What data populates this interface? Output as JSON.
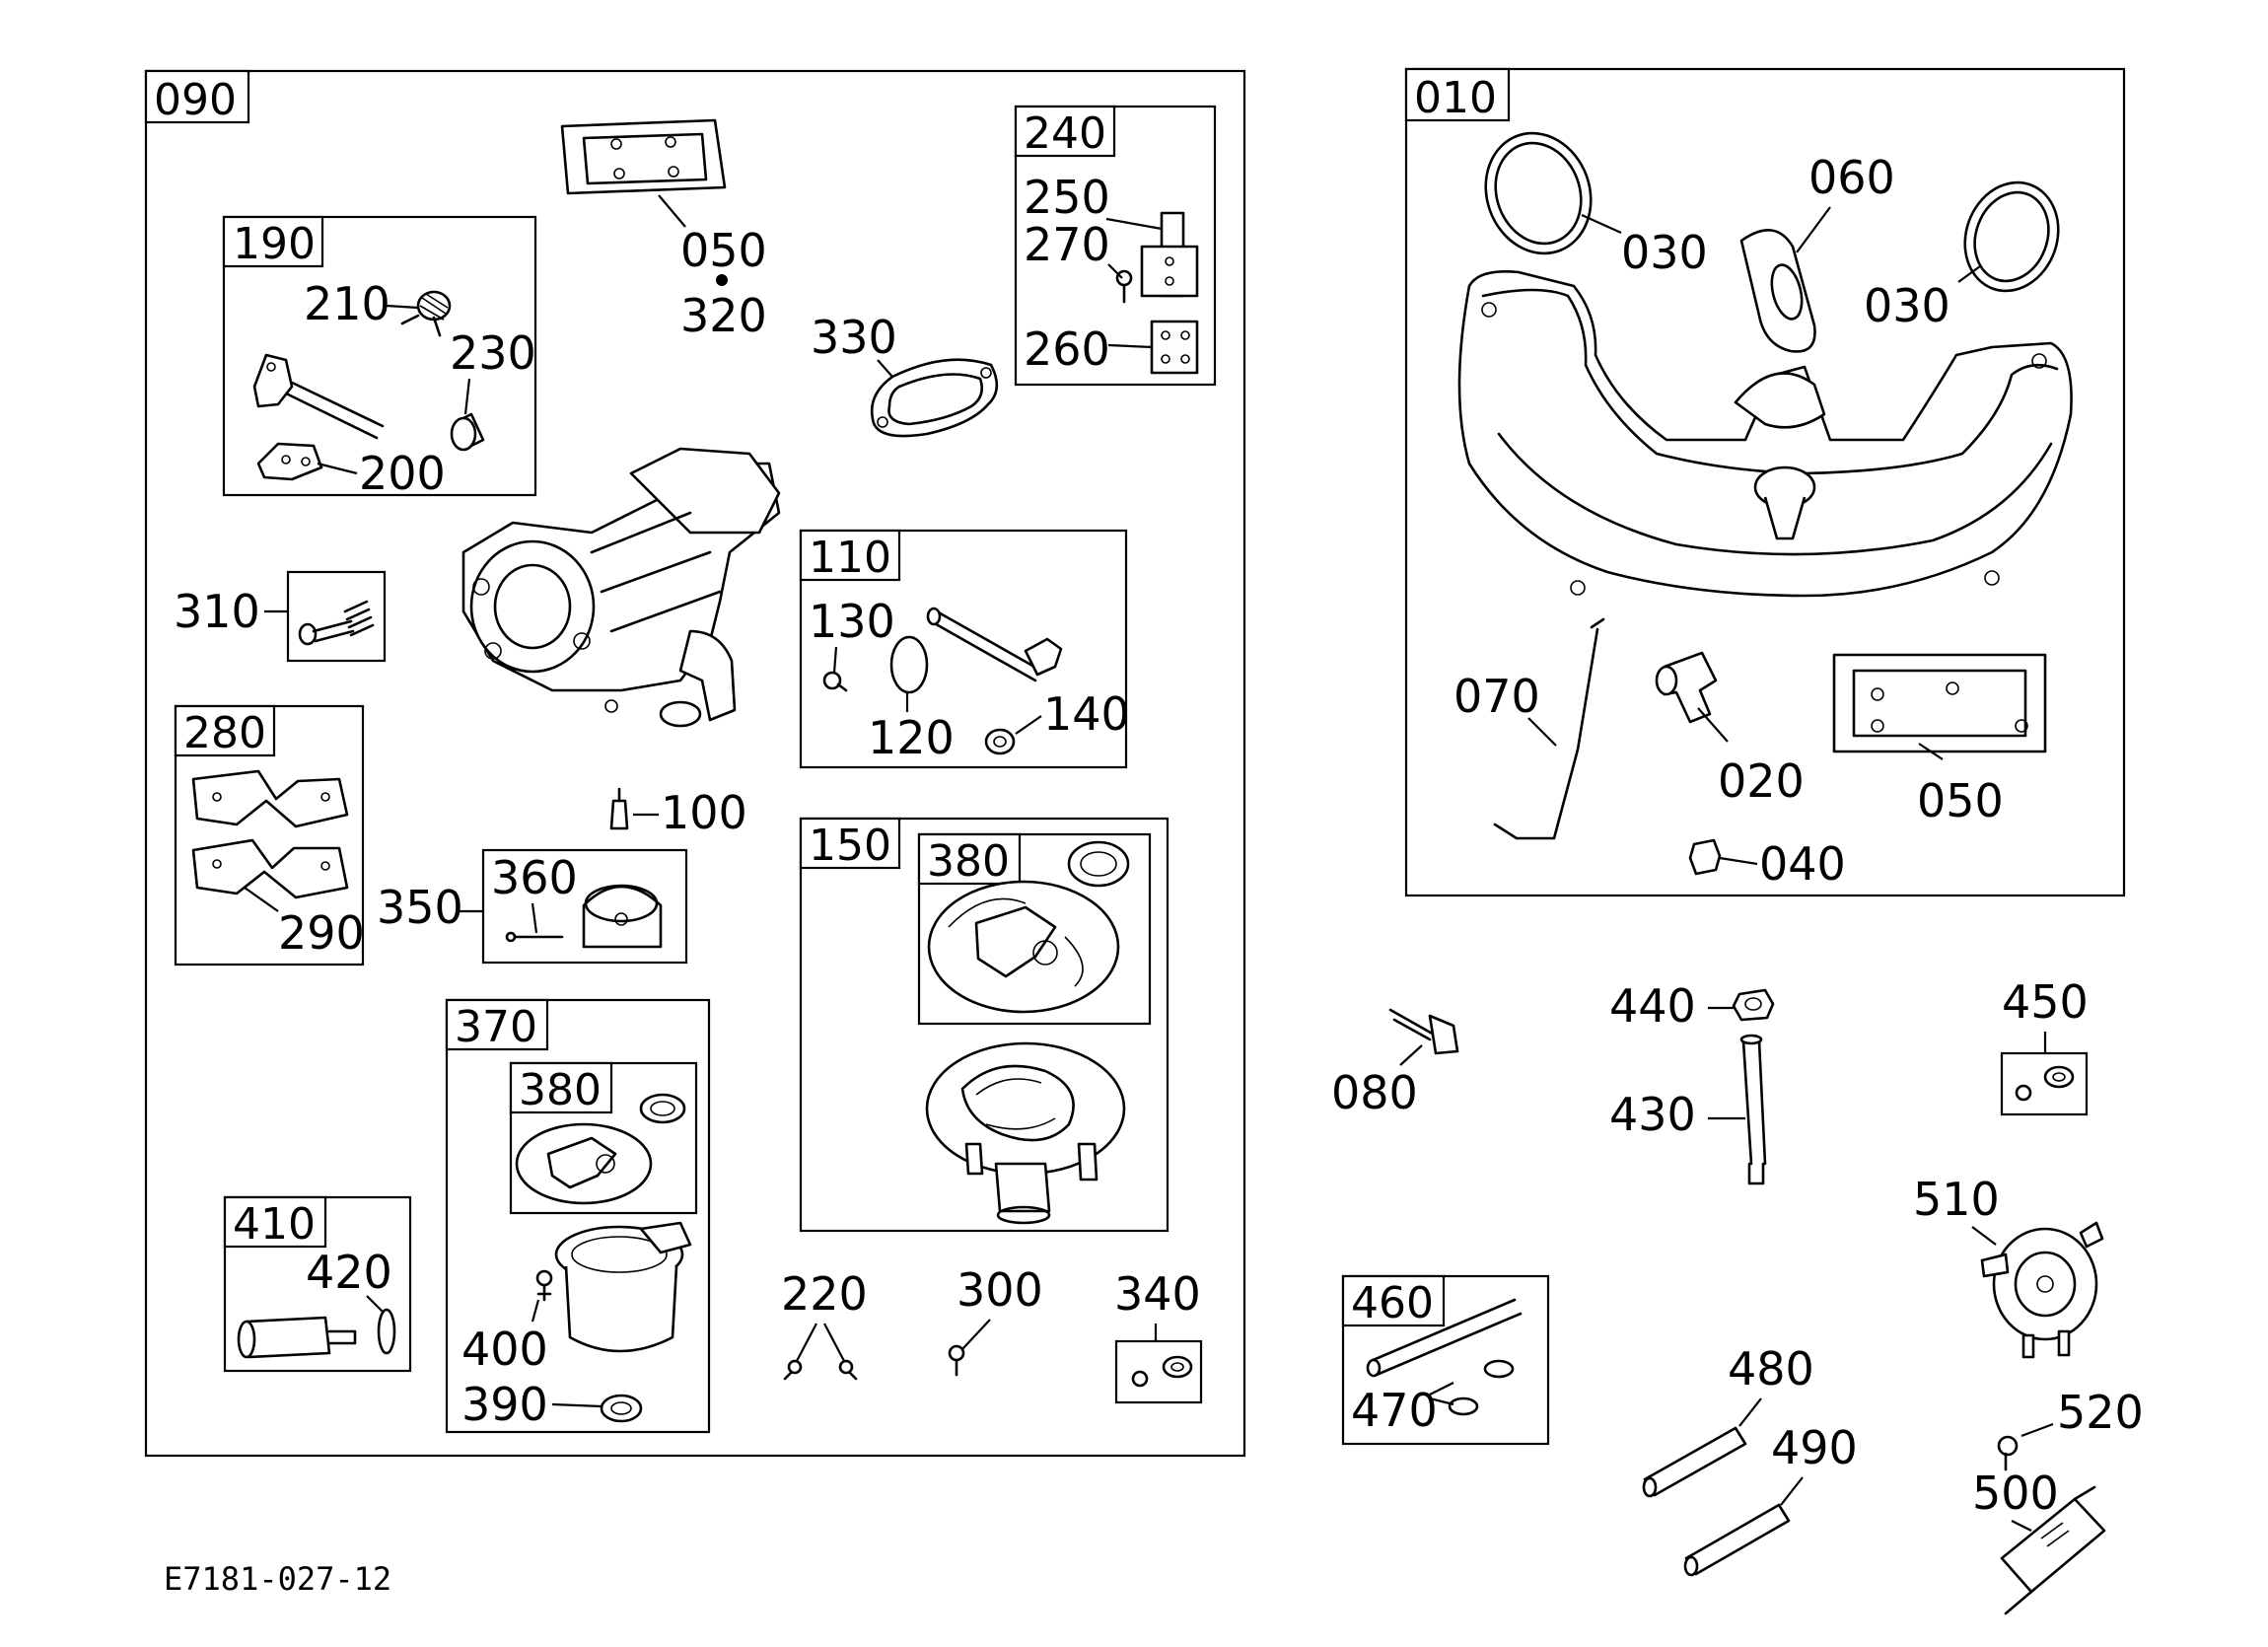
{
  "groups": {
    "g090": "090",
    "g190": "190",
    "g240": "240",
    "g110": "110",
    "g280": "280",
    "g150": "150",
    "g380a": "380",
    "g370": "370",
    "g380b": "380",
    "g410": "410",
    "g010": "010",
    "g460": "460"
  },
  "parts": {
    "p050": "050",
    "p320": "320",
    "p210": "210",
    "p230": "230",
    "p200": "200",
    "p250": "250",
    "p270": "270",
    "p260": "260",
    "p330": "330",
    "p310": "310",
    "p130": "130",
    "p120": "120",
    "p140": "140",
    "p290": "290",
    "p100": "100",
    "p350": "350",
    "p360": "360",
    "p420": "420",
    "p400": "400",
    "p390": "390",
    "p220": "220",
    "p300": "300",
    "p340": "340",
    "p030a": "030",
    "p060": "060",
    "p030b": "030",
    "p070": "070",
    "p020": "020",
    "p050b": "050",
    "p040": "040",
    "p080": "080",
    "p440": "440",
    "p430": "430",
    "p450": "450",
    "p510": "510",
    "p470": "470",
    "p480": "480",
    "p490": "490",
    "p520": "520",
    "p500": "500"
  },
  "footer": {
    "code": "E7181-027-12"
  }
}
